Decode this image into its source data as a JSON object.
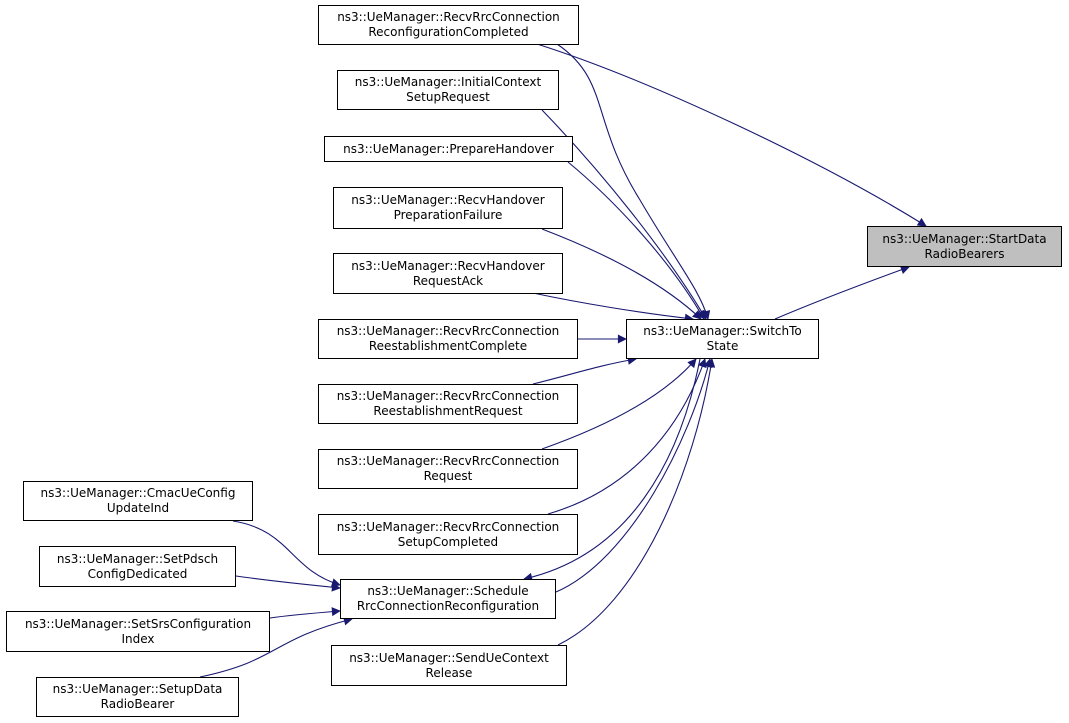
{
  "graph": {
    "edge_color": "#191970",
    "focus_fill": "#bfbfbf",
    "nodes": [
      {
        "id": "recv_rrc_reconf_completed",
        "line1": "ns3::UeManager::RecvRrcConnection",
        "line2": "ReconfigurationCompleted"
      },
      {
        "id": "initial_context_setup_request",
        "line1": "ns3::UeManager::InitialContext",
        "line2": "SetupRequest"
      },
      {
        "id": "prepare_handover",
        "line1": "ns3::UeManager::PrepareHandover",
        "line2": ""
      },
      {
        "id": "recv_handover_preparation_failure",
        "line1": "ns3::UeManager::RecvHandover",
        "line2": "PreparationFailure"
      },
      {
        "id": "recv_handover_request_ack",
        "line1": "ns3::UeManager::RecvHandover",
        "line2": "RequestAck"
      },
      {
        "id": "recv_rrc_reestablishment_complete",
        "line1": "ns3::UeManager::RecvRrcConnection",
        "line2": "ReestablishmentComplete"
      },
      {
        "id": "recv_rrc_reestablishment_request",
        "line1": "ns3::UeManager::RecvRrcConnection",
        "line2": "ReestablishmentRequest"
      },
      {
        "id": "recv_rrc_request",
        "line1": "ns3::UeManager::RecvRrcConnection",
        "line2": "Request"
      },
      {
        "id": "recv_rrc_setup_completed",
        "line1": "ns3::UeManager::RecvRrcConnection",
        "line2": "SetupCompleted"
      },
      {
        "id": "send_ue_context_release",
        "line1": "ns3::UeManager::SendUeContext",
        "line2": "Release"
      },
      {
        "id": "cmac_ue_config_update_ind",
        "line1": "ns3::UeManager::CmacUeConfig",
        "line2": "UpdateInd"
      },
      {
        "id": "set_pdsch_config_dedicated",
        "line1": "ns3::UeManager::SetPdsch",
        "line2": "ConfigDedicated"
      },
      {
        "id": "set_srs_configuration_index",
        "line1": "ns3::UeManager::SetSrsConfiguration",
        "line2": "Index"
      },
      {
        "id": "setup_data_radio_bearer",
        "line1": "ns3::UeManager::SetupData",
        "line2": "RadioBearer"
      },
      {
        "id": "schedule_rrc_reconfiguration",
        "line1": "ns3::UeManager::Schedule",
        "line2": "RrcConnectionReconfiguration"
      },
      {
        "id": "switch_to_state",
        "line1": "ns3::UeManager::SwitchTo",
        "line2": "State"
      },
      {
        "id": "start_data_radio_bearers",
        "line1": "ns3::UeManager::StartData",
        "line2": "RadioBearers",
        "focus": true
      }
    ],
    "edges": [
      {
        "from": "recv_rrc_reconf_completed",
        "to": "start_data_radio_bearers"
      },
      {
        "from": "recv_rrc_reconf_completed",
        "to": "switch_to_state"
      },
      {
        "from": "initial_context_setup_request",
        "to": "switch_to_state"
      },
      {
        "from": "prepare_handover",
        "to": "switch_to_state"
      },
      {
        "from": "recv_handover_preparation_failure",
        "to": "switch_to_state"
      },
      {
        "from": "recv_handover_request_ack",
        "to": "switch_to_state"
      },
      {
        "from": "recv_rrc_reestablishment_complete",
        "to": "switch_to_state"
      },
      {
        "from": "recv_rrc_reestablishment_request",
        "to": "switch_to_state"
      },
      {
        "from": "recv_rrc_request",
        "to": "switch_to_state"
      },
      {
        "from": "recv_rrc_setup_completed",
        "to": "switch_to_state"
      },
      {
        "from": "send_ue_context_release",
        "to": "switch_to_state"
      },
      {
        "from": "schedule_rrc_reconfiguration",
        "to": "switch_to_state"
      },
      {
        "from": "switch_to_state",
        "to": "schedule_rrc_reconfiguration"
      },
      {
        "from": "switch_to_state",
        "to": "start_data_radio_bearers"
      },
      {
        "from": "cmac_ue_config_update_ind",
        "to": "schedule_rrc_reconfiguration"
      },
      {
        "from": "set_pdsch_config_dedicated",
        "to": "schedule_rrc_reconfiguration"
      },
      {
        "from": "set_srs_configuration_index",
        "to": "schedule_rrc_reconfiguration"
      },
      {
        "from": "setup_data_radio_bearer",
        "to": "schedule_rrc_reconfiguration"
      }
    ]
  }
}
